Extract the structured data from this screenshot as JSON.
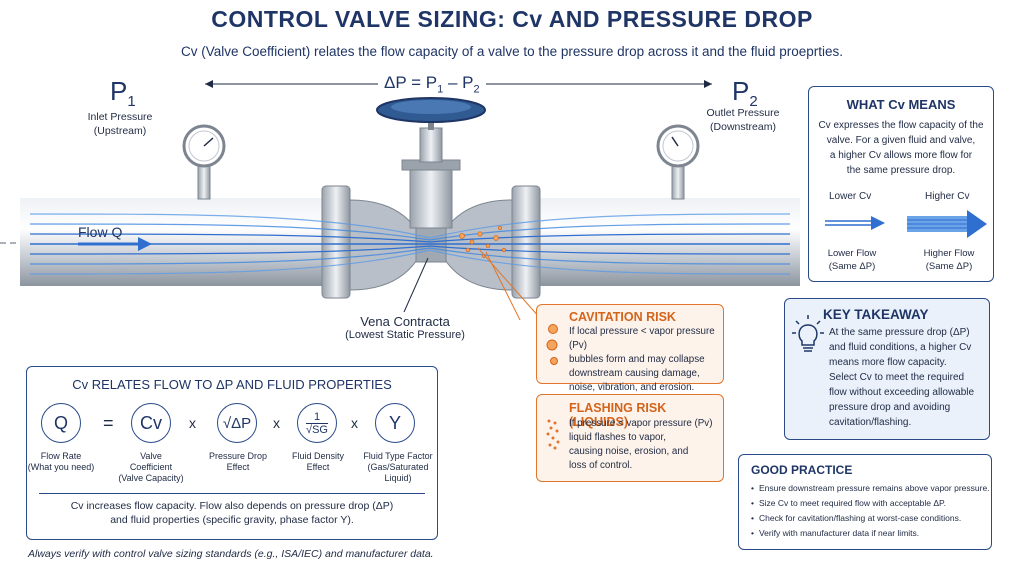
{
  "header": {
    "title": "CONTROL VALVE SIZING: Cv AND PRESSURE DROP",
    "subtitle": "Cv (Valve Coefficient) relates the flow capacity of a valve to the pressure drop across it and the fluid proeprties."
  },
  "diagram": {
    "p1_label": "P",
    "p1_sub": "1",
    "p1_desc_1": "Inlet Pressure",
    "p1_desc_2": "(Upstream)",
    "p2_label": "P",
    "p2_sub": "2",
    "p2_desc_1": "Outlet Pressure",
    "p2_desc_2": "(Downstream)",
    "dp_text": "ΔP = P",
    "dp_sub1": "1",
    "dp_mid": " – P",
    "dp_sub2": "2",
    "flow_label": "Flow Q",
    "vena_1": "Vena Contracta",
    "vena_2": "(Lowest Static Pressure)"
  },
  "what_cv": {
    "title": "WHAT Cv MEANS",
    "body_1": "Cv expresses the flow capacity of the",
    "body_2": "valve. For a given fluid and valve,",
    "body_3": "a higher Cv allows more flow for",
    "body_4": "the same pressure drop.",
    "lower_cv": "Lower Cv",
    "higher_cv": "Higher Cv",
    "lower_flow": "Lower Flow",
    "lower_same": "(Same ΔP)",
    "higher_flow": "Higher Flow",
    "higher_same": "(Same ΔP)"
  },
  "cavitation": {
    "title": "CAVITATION RISK",
    "l1": "If local pressure < vapor pressure (Pv)",
    "l2": "bubbles form and may collapse",
    "l3": "downstream causing damage,",
    "l4": "noise, vibration, and erosion."
  },
  "flashing": {
    "title": "FLASHING RISK (LIQUIDS)",
    "l1": "If pressure < vapor pressure (Pv)",
    "l2": "liquid flashes to vapor,",
    "l3": "causing noise, erosion, and",
    "l4": "loss of control."
  },
  "takeaway": {
    "title": "KEY TAKEAWAY",
    "l1": "At the same pressure drop (ΔP)",
    "l2": "and fluid conditions, a higher Cv",
    "l3": "means more flow capacity.",
    "l4": "Select Cv to meet the required",
    "l5": "flow without exceeding allowable",
    "l6": "pressure drop and avoiding",
    "l7": "cavitation/flashing."
  },
  "equation": {
    "title": "Cv RELATES FLOW TO ΔP AND FLUID PROPERTIES",
    "q": "Q",
    "eq": "=",
    "cv": "Cv",
    "x1": "x",
    "dp": "√ΔP",
    "x2": "x",
    "sg_num": "1",
    "sg_den": "√SG",
    "x3": "x",
    "y": "Y",
    "cap_q_1": "Flow Rate",
    "cap_q_2": "(What you need)",
    "cap_cv_1": "Valve",
    "cap_cv_2": "Coefficient",
    "cap_cv_3": "(Valve Capacity)",
    "cap_dp_1": "Pressure Drop",
    "cap_dp_2": "Effect",
    "cap_sg_1": "Fluid Density",
    "cap_sg_2": "Effect",
    "cap_y_1": "Fluid Type Factor",
    "cap_y_2": "(Gas/Saturated",
    "cap_y_3": "Liquid)",
    "note_1": "Cv increases flow capacity.  Flow also depends on pressure drop (ΔP)",
    "note_2": "and fluid properties (specific gravity, phase factor Y)."
  },
  "footer": "Always verify with control valve sizing standards (e.g., ISA/IEC) and manufacturer data.",
  "good_practice": {
    "title": "GOOD PRACTICE",
    "items": [
      "Ensure downstream pressure remains above vapor pressure.",
      "Size Cv to meet required flow with acceptable ΔP.",
      "Check for cavitation/flashing at worst-case conditions.",
      "Verify with manufacturer data if near limits."
    ]
  },
  "colors": {
    "navy": "#1f3566",
    "accent_blue": "#2f6fd0",
    "orange": "#e0752b",
    "pipe": "#c9ced6"
  }
}
